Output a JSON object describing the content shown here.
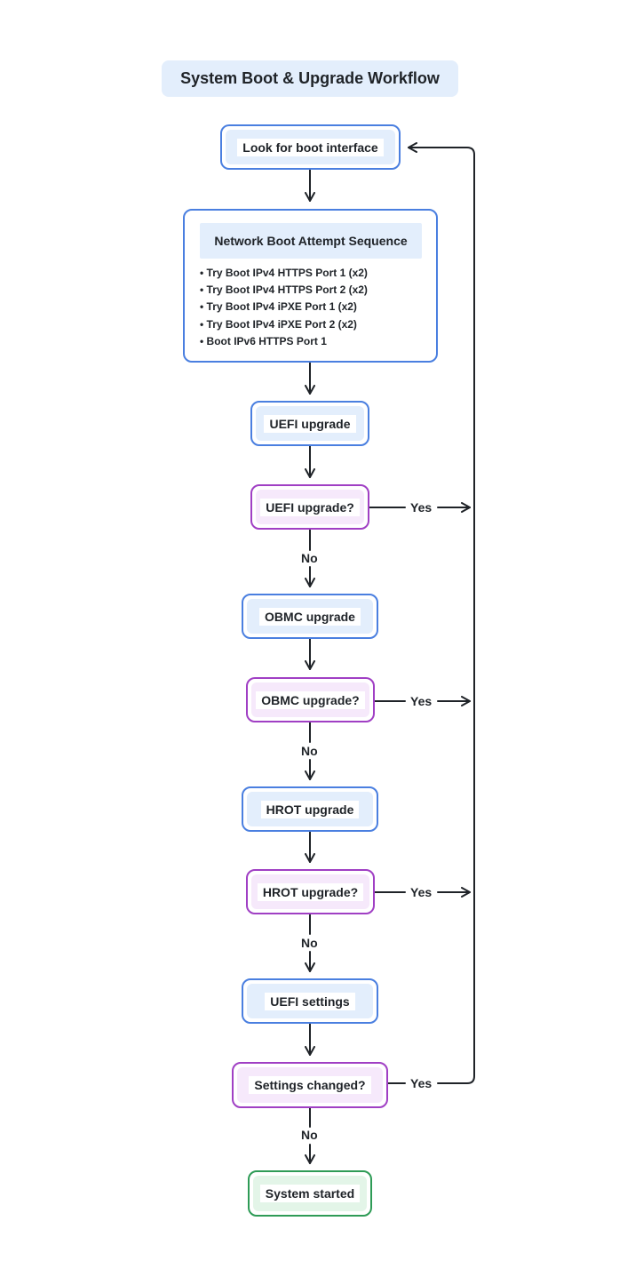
{
  "title": "System Boot & Upgrade Workflow",
  "nodes": {
    "look_for_boot": "Look for boot interface",
    "network_sequence": {
      "title": "Network Boot Attempt Sequence",
      "steps": [
        "Try Boot IPv4 HTTPS Port 1 (x2)",
        "Try Boot IPv4 HTTPS Port 2 (x2)",
        "Try Boot IPv4 iPXE Port 1 (x2)",
        "Try Boot IPv4 iPXE Port 2 (x2)",
        "Boot IPv6 HTTPS Port 1"
      ]
    },
    "uefi_upgrade": "UEFI upgrade",
    "uefi_upgrade_q": "UEFI upgrade?",
    "obmc_upgrade": "OBMC upgrade",
    "obmc_upgrade_q": "OBMC upgrade?",
    "hrot_upgrade": "HROT upgrade",
    "hrot_upgrade_q": "HROT upgrade?",
    "uefi_settings": "UEFI settings",
    "settings_changed_q": "Settings changed?",
    "system_started": "System started"
  },
  "edges": {
    "yes": "Yes",
    "no": "No"
  },
  "colors": {
    "process_border": "#4a7fe0",
    "process_fill": "#e3eefc",
    "decision_border": "#a03fc4",
    "decision_fill": "#f6e9fb",
    "end_border": "#2e9b56",
    "end_fill": "#e3f5e8",
    "line": "#1f2328"
  }
}
